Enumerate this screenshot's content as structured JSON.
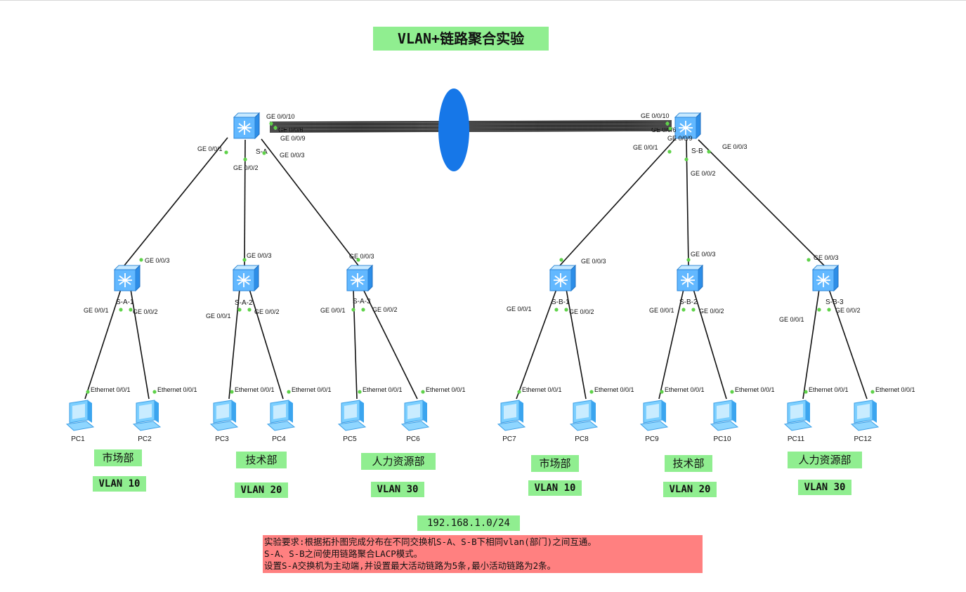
{
  "title": "VLAN+链路聚合实验",
  "switches": {
    "core": [
      {
        "name": "S-A",
        "agg_a": "GE 0/0/10",
        "agg_b": "GE 0/0/9",
        "agg_c": "GE 0/0/6",
        "down": [
          "GE 0/0/1",
          "GE 0/0/2",
          "GE 0/0/3"
        ]
      },
      {
        "name": "S-B",
        "agg_a": "GE 0/0/10",
        "agg_b": "GE 0/0/9",
        "agg_c": "GE 0/0/6",
        "down": [
          "GE 0/0/1",
          "GE 0/0/2",
          "GE 0/0/3"
        ]
      }
    ],
    "access": [
      {
        "name": "S-A-1",
        "up": "GE 0/0/3",
        "p1": "GE 0/0/1",
        "p2": "GE 0/0/2"
      },
      {
        "name": "S-A-2",
        "up": "GE 0/0/3",
        "p1": "GE 0/0/1",
        "p2": "GE 0/0/2"
      },
      {
        "name": "S-A-3",
        "up": "GE 0/0/3",
        "p1": "GE 0/0/1",
        "p2": "GE 0/0/2"
      },
      {
        "name": "S-B-1",
        "up": "GE 0/0/3",
        "p1": "GE 0/0/1",
        "p2": "GE 0/0/2"
      },
      {
        "name": "S-B-2",
        "up": "GE 0/0/3",
        "p1": "GE 0/0/1",
        "p2": "GE 0/0/2"
      },
      {
        "name": "S-B-3",
        "up": "GE 0/0/3",
        "p1": "GE 0/0/1",
        "p2": "GE 0/0/2"
      }
    ]
  },
  "pcs": [
    {
      "name": "PC1",
      "port": "Ethernet 0/0/1"
    },
    {
      "name": "PC2",
      "port": "Ethernet 0/0/1"
    },
    {
      "name": "PC3",
      "port": "Ethernet 0/0/1"
    },
    {
      "name": "PC4",
      "port": "Ethernet 0/0/1"
    },
    {
      "name": "PC5",
      "port": "Ethernet 0/0/1"
    },
    {
      "name": "PC6",
      "port": "Ethernet 0/0/1"
    },
    {
      "name": "PC7",
      "port": "Ethernet 0/0/1"
    },
    {
      "name": "PC8",
      "port": "Ethernet 0/0/1"
    },
    {
      "name": "PC9",
      "port": "Ethernet 0/0/1"
    },
    {
      "name": "PC10",
      "port": "Ethernet 0/0/1"
    },
    {
      "name": "PC11",
      "port": "Ethernet 0/0/1"
    },
    {
      "name": "PC12",
      "port": "Ethernet 0/0/1"
    }
  ],
  "departments": [
    {
      "name": "市场部",
      "vlan": "VLAN 10"
    },
    {
      "name": "技术部",
      "vlan": "VLAN 20"
    },
    {
      "name": "人力资源部",
      "vlan": "VLAN 30"
    },
    {
      "name": "市场部",
      "vlan": "VLAN 10"
    },
    {
      "name": "技术部",
      "vlan": "VLAN 20"
    },
    {
      "name": "人力资源部",
      "vlan": "VLAN 30"
    }
  ],
  "subnet": "192.168.1.0/24",
  "requirements": [
    "实验要求:根据拓扑图完成分布在不同交换机S-A、S-B下相同vlan(部门)之间互通。",
    "S-A、S-B之间使用链路聚合LACP模式。",
    "设置S-A交换机为主动端,并设置最大活动链路为5条,最小活动链路为2条。"
  ],
  "colors": {
    "label_bg": "#90ee90",
    "req_bg": "#ff8080",
    "ellipse": "#1677e8",
    "port_dot": "#5fd24a",
    "link": "#111111"
  }
}
